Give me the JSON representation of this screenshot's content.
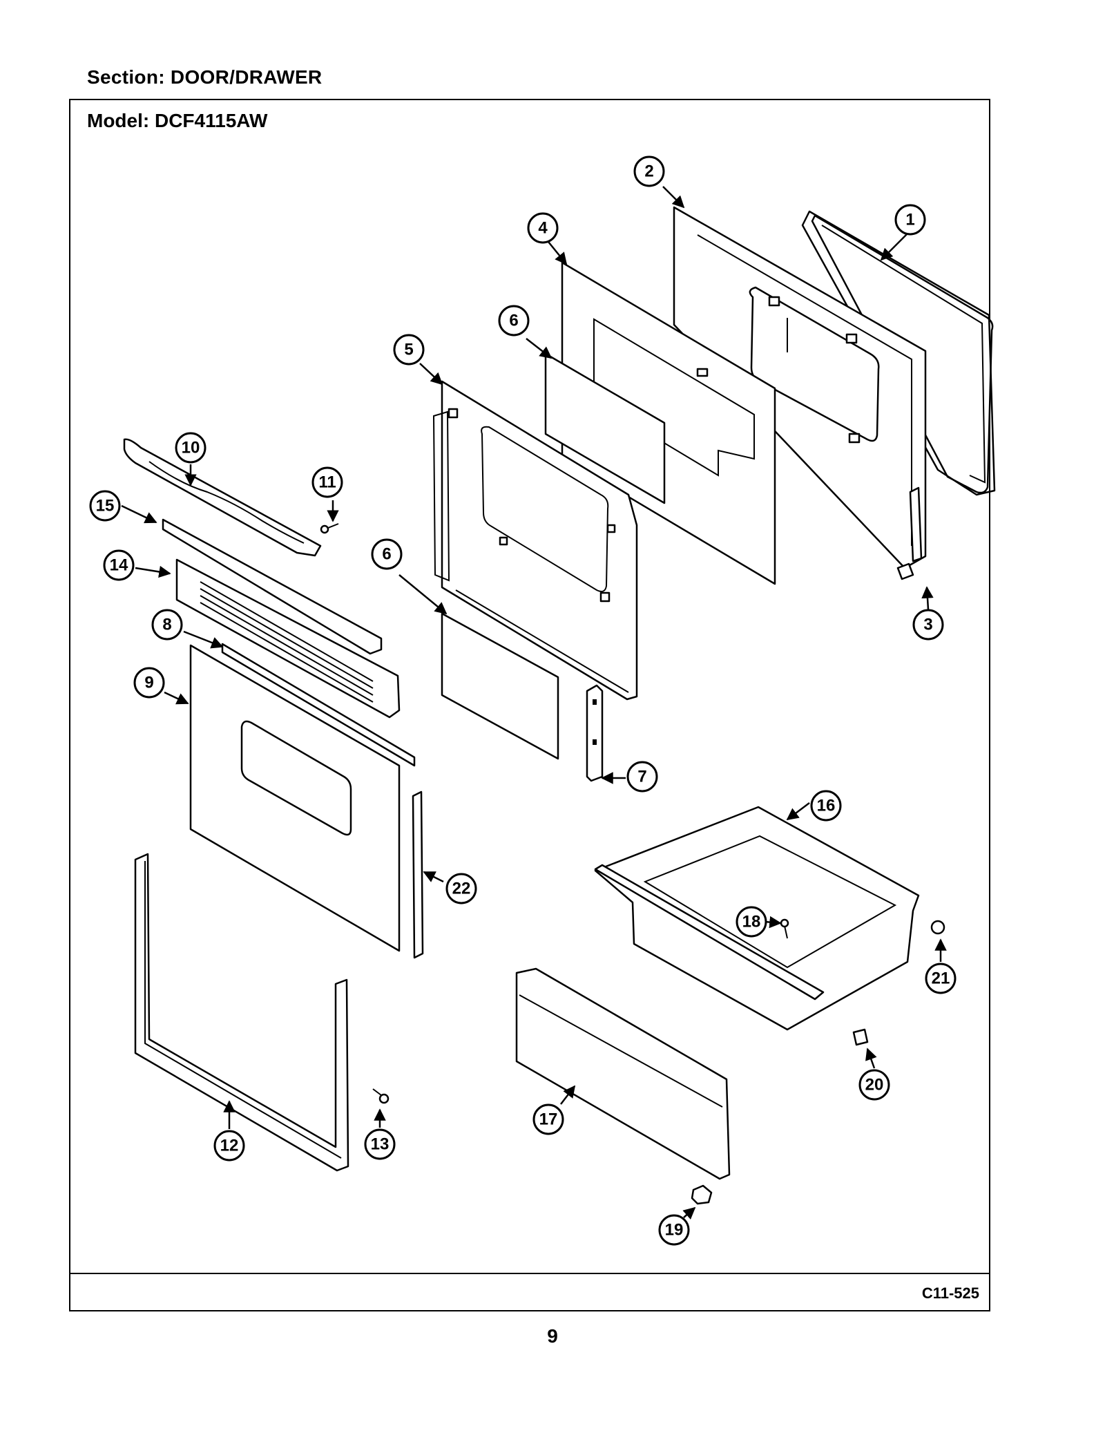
{
  "header": {
    "section_label": "Section:  DOOR/DRAWER"
  },
  "frame": {
    "model_label": "Model:  DCF4115AW",
    "figure_code": "C11-525"
  },
  "page": {
    "number": "9"
  },
  "callouts": {
    "c1": "1",
    "c2": "2",
    "c3": "3",
    "c4": "4",
    "c5": "5",
    "c6a": "6",
    "c6b": "6",
    "c7": "7",
    "c8": "8",
    "c9": "9",
    "c10": "10",
    "c11": "11",
    "c12": "12",
    "c13": "13",
    "c14": "14",
    "c15": "15",
    "c16": "16",
    "c17": "17",
    "c18": "18",
    "c19": "19",
    "c20": "20",
    "c21": "21",
    "c22": "22"
  }
}
